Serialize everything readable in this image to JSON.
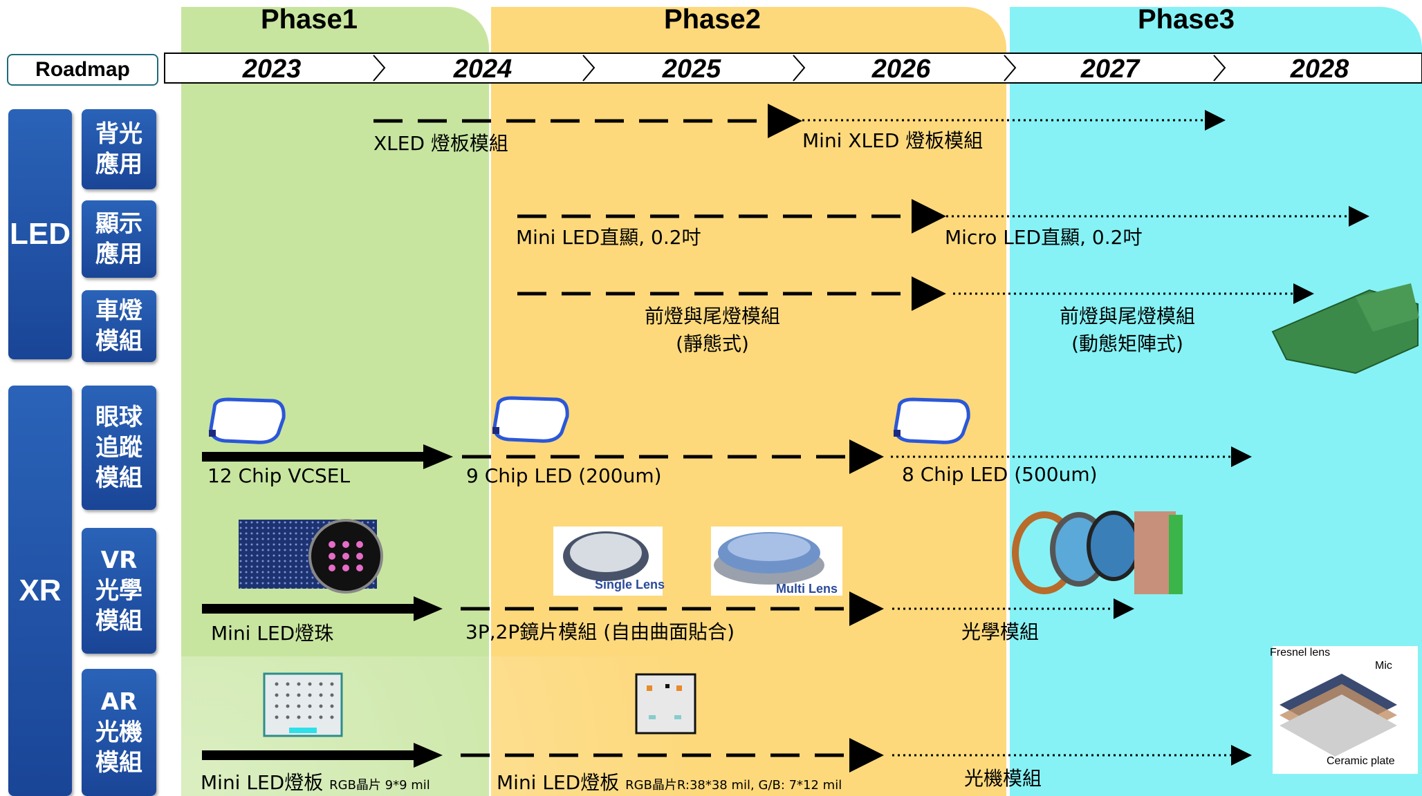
{
  "phases": [
    "Phase1",
    "Phase2",
    "Phase3"
  ],
  "roadmap_label": "Roadmap",
  "years": [
    "2023",
    "2024",
    "2025",
    "2026",
    "2027",
    "2028"
  ],
  "categories": {
    "led": "LED",
    "xr": "XR",
    "led_rows": [
      "背光\n應用",
      "顯示\n應用",
      "車燈\n模組"
    ],
    "xr_rows": [
      "眼球\n追蹤\n模組",
      "VR\n光學\n模組",
      "AR\n光機\n模組"
    ]
  },
  "labels": {
    "backlight_1": "XLED 燈板模組",
    "backlight_2": "Mini XLED 燈板模組",
    "display_1": "Mini LED直顯, 0.2吋",
    "display_2": "Micro LED直顯, 0.2吋",
    "auto_1": "前燈與尾燈模組\n(靜態式)",
    "auto_2": "前燈與尾燈模組\n(動態矩陣式)",
    "eye_1": "12 Chip VCSEL",
    "eye_2": "9 Chip LED (200um)",
    "eye_3": "8 Chip LED (500um)",
    "vr_1": "Mini LED燈珠",
    "vr_2": "3P,2P鏡片模組 (自由曲面貼合)",
    "vr_3": "光學模組",
    "ar_1": "Mini LED燈板",
    "ar_1_small": "RGB晶片 9*9 mil",
    "ar_2": "Mini LED燈板",
    "ar_2_small": "RGB晶片R:38*38 mil, G/B: 7*12 mil",
    "ar_3": "光機模組"
  },
  "image_text": {
    "single_lens": "Single Lens",
    "multi_lens": "Multi Lens",
    "fresnel": "Fresnel lens",
    "micro": "Mic",
    "ceramic": "Ceramic plate"
  },
  "colors": {
    "phase1": "#c7e59f",
    "phase2": "#fdd97c",
    "phase3": "#86f2f5",
    "category": "#1f4fa3"
  }
}
